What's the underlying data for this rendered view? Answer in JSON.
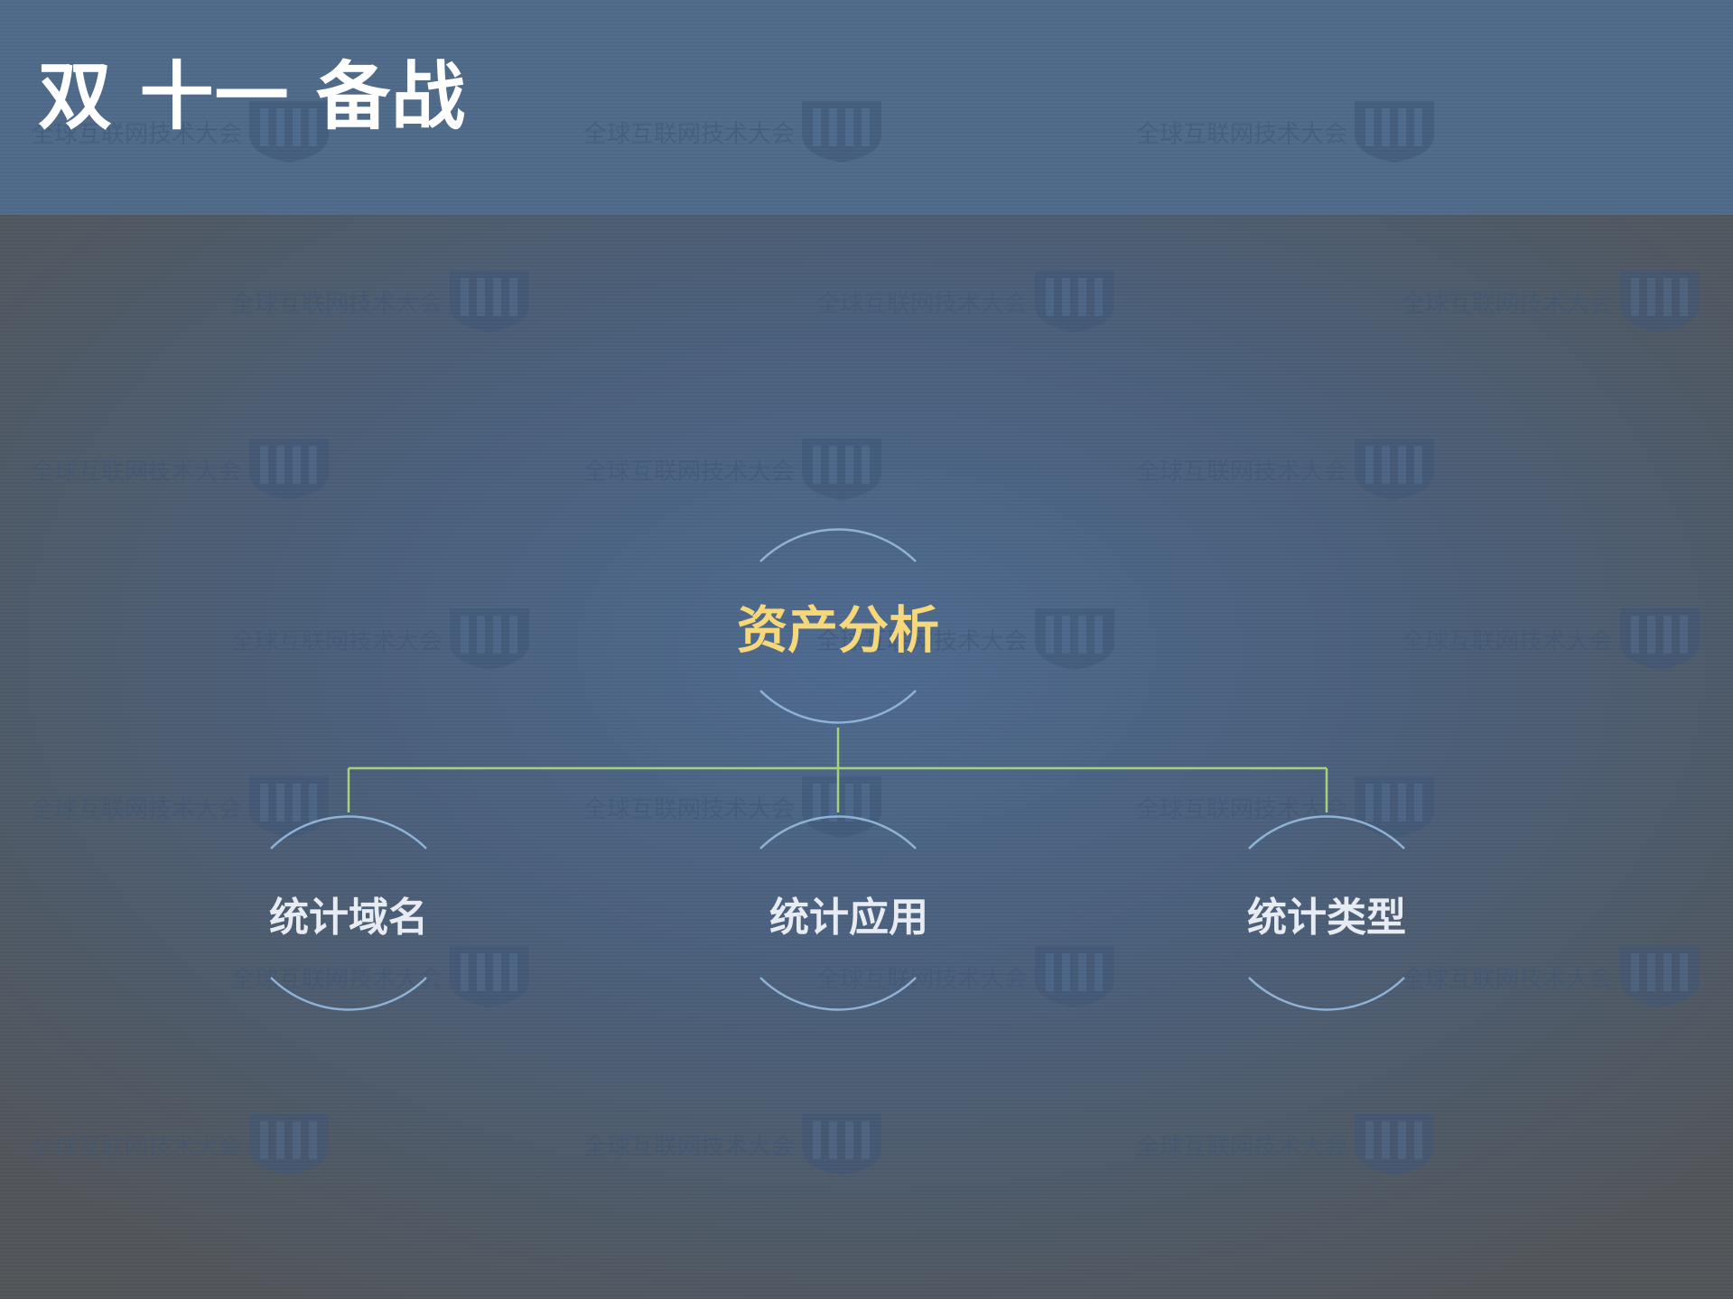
{
  "header": {
    "title": "双 十一 备战"
  },
  "watermark": {
    "text": "全球互联网技术大会",
    "logo_icon": "gitc-shield-logo-icon"
  },
  "diagram": {
    "root": {
      "label": "资产分析",
      "color": "#f6d77a"
    },
    "children": [
      {
        "label": "统计域名"
      },
      {
        "label": "统计应用"
      },
      {
        "label": "统计类型"
      }
    ],
    "connector_color": "#a8d27a",
    "arc_color": "#8fb3d6"
  },
  "colors": {
    "header_bg": "#4f6a8a",
    "title_text": "#ffffff",
    "child_text": "#e8ecf2"
  }
}
